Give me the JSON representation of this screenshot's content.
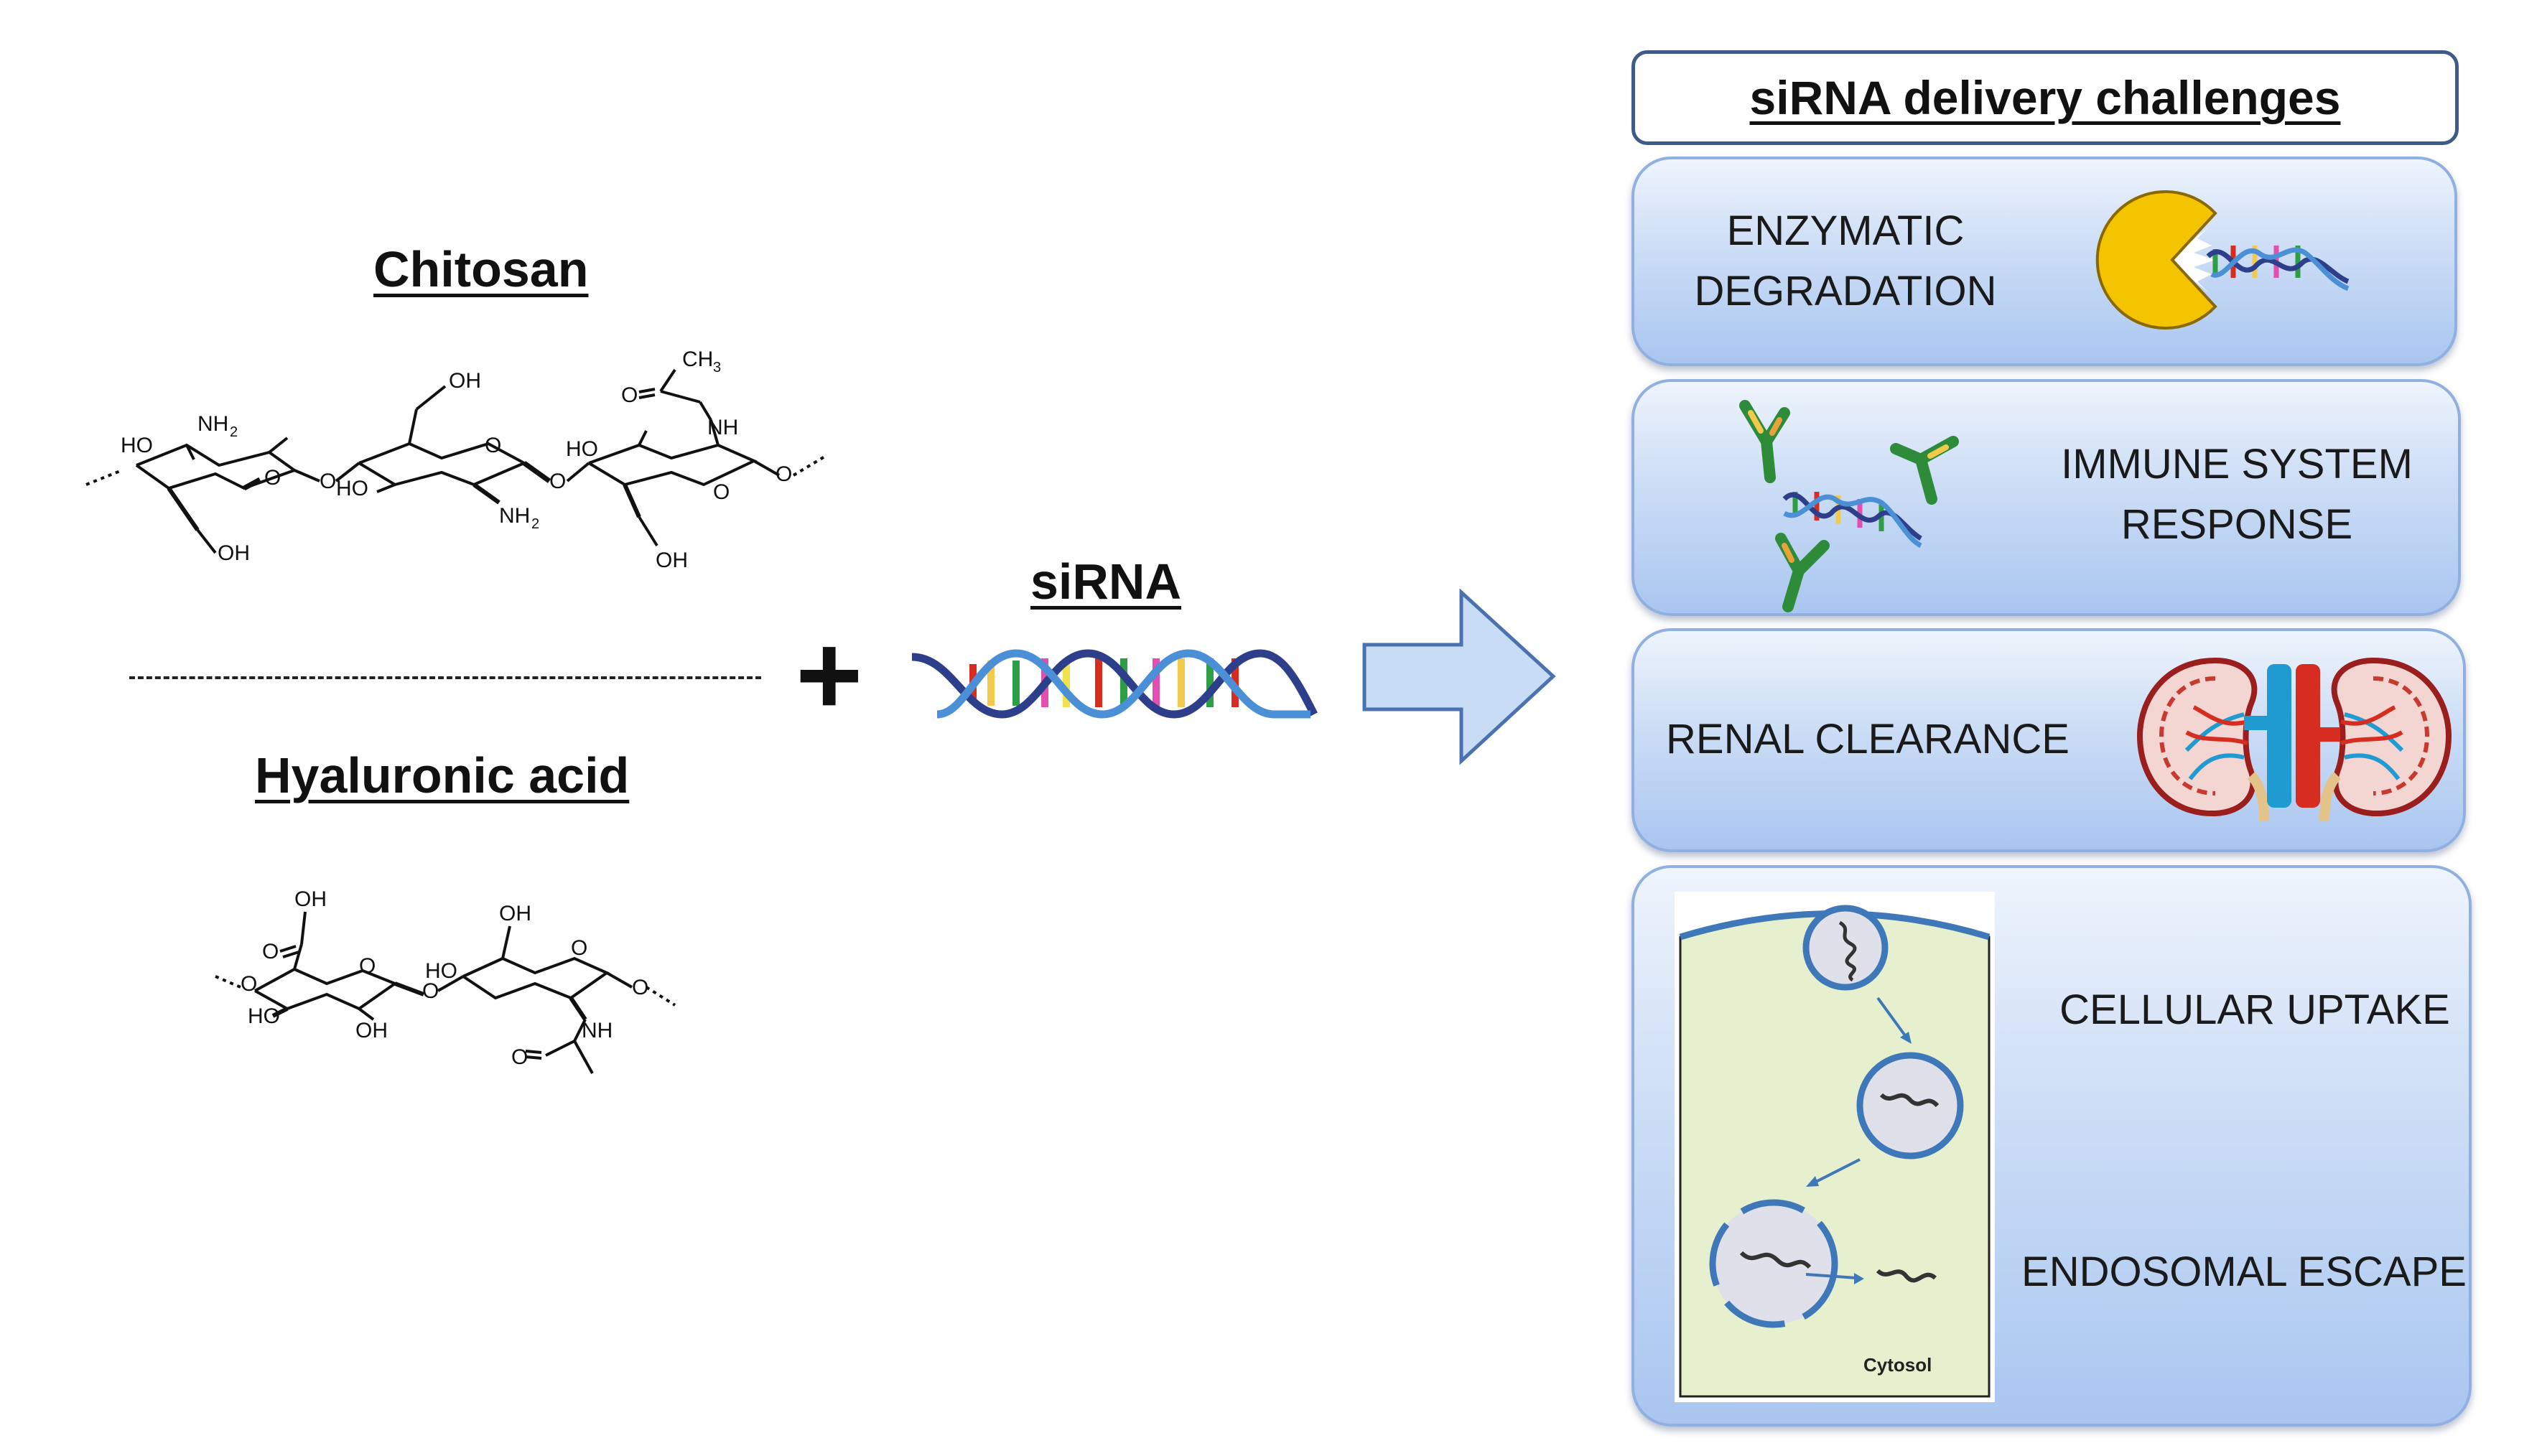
{
  "left": {
    "chitosan_title": "Chitosan",
    "hyaluronic_title": "Hyaluronic acid",
    "sirna_title": "siRNA",
    "plus": "+",
    "chitosan_labels": {
      "ho1": "HO",
      "ho2": "HO",
      "ho3": "HO",
      "nh2a": "NH",
      "nh2b": "NH",
      "sub2": "2",
      "oh1": "OH",
      "oh2": "OH",
      "oh3": "OH",
      "o_link1": "O",
      "o_link2": "O",
      "o_ring1": "O",
      "o_ring2": "O",
      "o_ring3": "O",
      "o_end": "O",
      "o_carbonyl": "O",
      "nh": "NH",
      "ch3": "CH",
      "ch3_sub": "3"
    },
    "ha_labels": {
      "oh_acid": "OH",
      "o_acid": "O",
      "ho1": "HO",
      "oh2": "OH",
      "ho2": "HO",
      "oh_top": "OH",
      "o_left": "O",
      "o_ring1": "O",
      "o_link": "O",
      "o_ring2": "O",
      "o_right": "O",
      "nh": "NH",
      "o_carbonyl": "O"
    }
  },
  "right": {
    "header": "siRNA delivery challenges",
    "panel1": {
      "line1": "ENZYMATIC",
      "line2": "DEGRADATION"
    },
    "panel2": {
      "line1": "IMMUNE SYSTEM",
      "line2": "RESPONSE"
    },
    "panel3": {
      "line1": "RENAL CLEARANCE"
    },
    "panel4": {
      "line1": "CELLULAR UPTAKE",
      "line2": "ENDOSOMAL ESCAPE",
      "cytosol": "Cytosol"
    }
  },
  "colors": {
    "panel_border": "#8fb0e0",
    "panel_top": "#eef4fc",
    "panel_bottom": "#a9c6f0",
    "arrow_fill": "#c9dcf5",
    "arrow_stroke": "#4a72b0",
    "cell_fill": "#e6f0cf",
    "membrane": "#3f78b8",
    "pacman": "#f5c400",
    "dna_backbone": "#2d3f8a"
  },
  "icons": [
    "dna-icon",
    "pacman-enzyme-icon",
    "antibody-icon",
    "kidney-icon",
    "endosome-icon",
    "block-arrow-icon"
  ]
}
